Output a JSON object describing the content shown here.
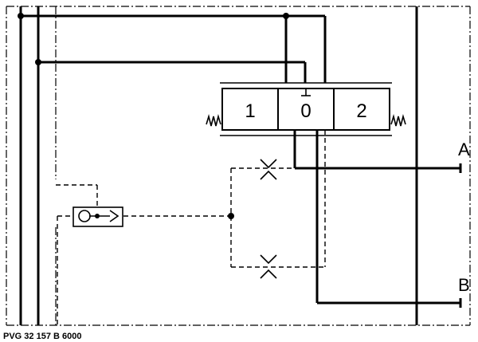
{
  "diagram": {
    "spool_positions": [
      "1",
      "0",
      "2"
    ],
    "ports": {
      "a": "A",
      "b": "B"
    },
    "code": "PVG 32 157 B 6000"
  }
}
